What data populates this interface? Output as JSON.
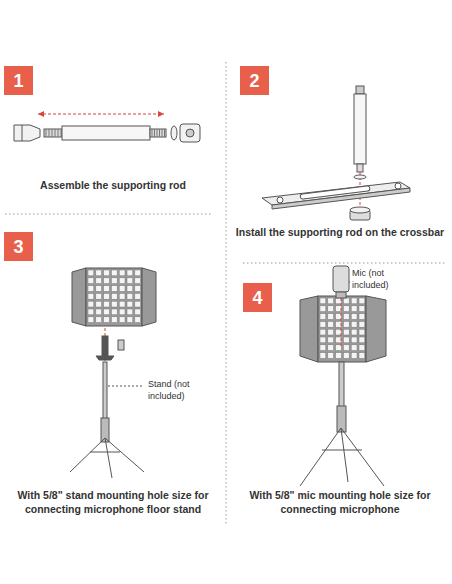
{
  "diagram": {
    "nodes": [
      {
        "text": [
          "1"
        ]
      },
      {
        "text": [
          "2"
        ]
      },
      {
        "text": [
          "3"
        ]
      },
      {
        "text": [
          "4"
        ]
      }
    ],
    "labels": [
      "Assemble the supporting rod",
      "Install the supporting rod on the crossbar",
      "Stand (not included)",
      "With 5/8\" stand mounting hole size for connecting microphone floor stand",
      "Mic (not included)",
      "With 5/8\" mic mounting hole size for connecting microphone"
    ]
  }
}
